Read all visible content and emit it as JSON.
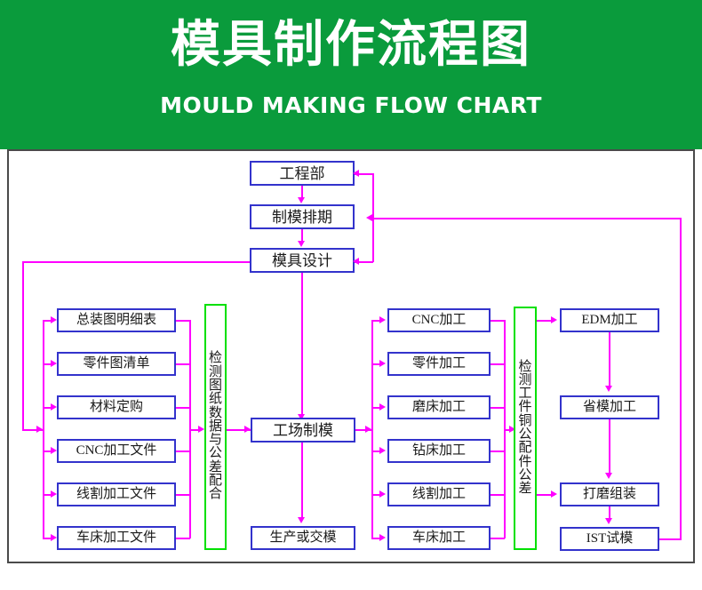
{
  "header": {
    "title": "模具制作流程图",
    "subtitle": "MOULD MAKING FLOW CHART",
    "band_color": "#0a9b3c",
    "text_color": "#ffffff"
  },
  "style": {
    "node_border_color": "#3333cc",
    "check_border_color": "#00e000",
    "connector_color": "#ff00ff",
    "frame_border_color": "#4a4a4a",
    "background": "#ffffff"
  },
  "flow": {
    "top_chain": [
      {
        "label": "工程部"
      },
      {
        "label": "制模排期"
      },
      {
        "label": "模具设计"
      }
    ],
    "design_outputs": [
      {
        "label": "总装图明细表"
      },
      {
        "label": "零件图清单"
      },
      {
        "label": "材料定购"
      },
      {
        "label": "CNC加工文件"
      },
      {
        "label": "线割加工文件"
      },
      {
        "label": "车床加工文件"
      }
    ],
    "check_drawings": {
      "label": "检测图纸数据与公差配合",
      "chars": [
        "检",
        "测",
        "图",
        "纸",
        "数",
        "据",
        "与",
        "公",
        "差",
        "配",
        "合"
      ]
    },
    "center_chain": [
      {
        "label": "工场制模"
      },
      {
        "label": "生产或交模"
      }
    ],
    "machining": [
      {
        "label": "CNC加工"
      },
      {
        "label": "零件加工"
      },
      {
        "label": "磨床加工"
      },
      {
        "label": "钻床加工"
      },
      {
        "label": "线割加工"
      },
      {
        "label": "车床加工"
      }
    ],
    "check_parts": {
      "label": "检测工件铜公配件公差",
      "chars": [
        "检",
        "测",
        "工",
        "件",
        "铜",
        "公",
        "配",
        "件",
        "公",
        "差"
      ]
    },
    "finishing": [
      {
        "label": "EDM加工"
      },
      {
        "label": "省模加工"
      },
      {
        "label": "打磨组装"
      },
      {
        "label": "IST试模"
      }
    ]
  }
}
